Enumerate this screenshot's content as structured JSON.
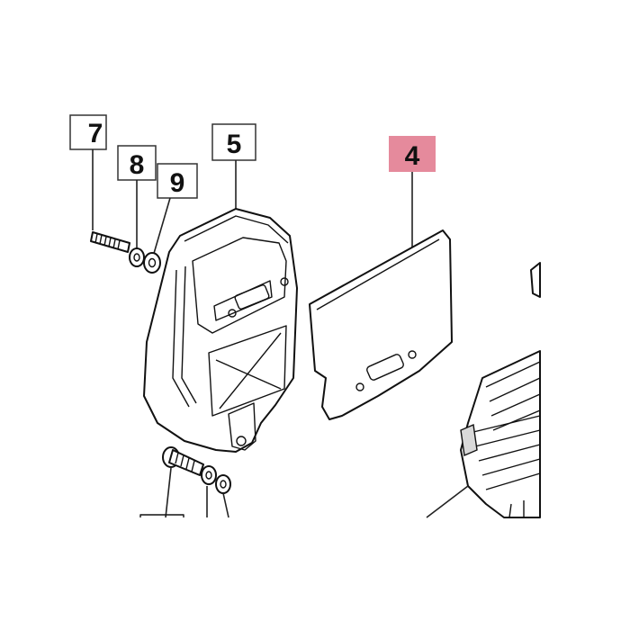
{
  "callouts": {
    "c7": "7",
    "c8": "8",
    "c9": "9",
    "c5": "5",
    "c4": "4"
  },
  "colors": {
    "highlight": "#e58a9c",
    "line": "#111111",
    "background": "#ffffff"
  }
}
